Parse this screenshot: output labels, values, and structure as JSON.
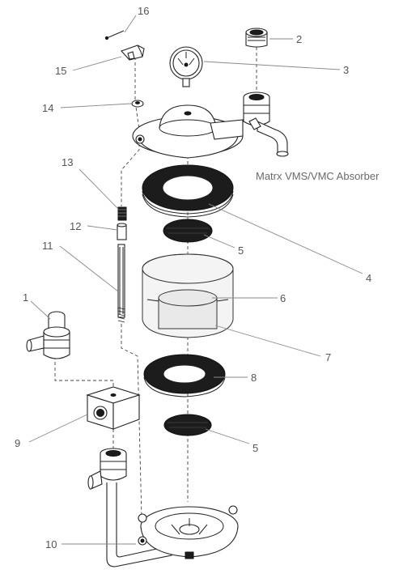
{
  "diagram": {
    "title": "Matrx VMS/VMC Absorber",
    "callouts": [
      "1",
      "2",
      "3",
      "4",
      "5",
      "5",
      "6",
      "7",
      "8",
      "9",
      "10",
      "11",
      "12",
      "13",
      "14",
      "15",
      "16"
    ]
  }
}
